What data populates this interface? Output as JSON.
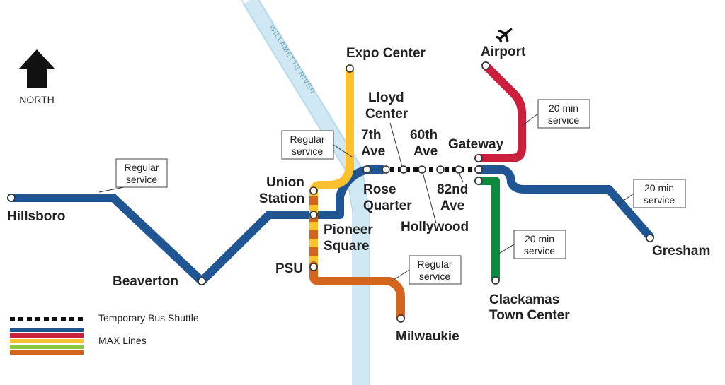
{
  "compass": {
    "label": "NORTH",
    "icon": "north-arrow-icon"
  },
  "river": {
    "name": "WILLAMETTE RIVER",
    "color": "#cfe8f3"
  },
  "colors": {
    "blue": "#1e5592",
    "yellow": "#fbc02d",
    "orange": "#d4651d",
    "red": "#cc1f3d",
    "green": "#0c8a3f",
    "shuttle": "#111111"
  },
  "stations": {
    "hillsboro": "Hillsboro",
    "beaverton": "Beaverton",
    "union_station_1": "Union",
    "union_station_2": "Station",
    "pioneer_1": "Pioneer",
    "pioneer_2": "Square",
    "psu": "PSU",
    "milwaukie": "Milwaukie",
    "expo": "Expo Center",
    "rose_1": "Rose",
    "rose_2": "Quarter",
    "seventh_1": "7th",
    "seventh_2": "Ave",
    "lloyd_1": "Lloyd",
    "lloyd_2": "Center",
    "sixtieth_1": "60th",
    "sixtieth_2": "Ave",
    "hollywood": "Hollywood",
    "eightysecond_1": "82nd",
    "eightysecond_2": "Ave",
    "gateway": "Gateway",
    "airport": "Airport",
    "clackamas_1": "Clackamas",
    "clackamas_2": "Town Center",
    "gresham": "Gresham"
  },
  "callouts": {
    "west": {
      "line1": "Regular",
      "line2": "service"
    },
    "yellow": {
      "line1": "Regular",
      "line2": "service"
    },
    "orange": {
      "line1": "Regular",
      "line2": "service"
    },
    "red": {
      "line1": "20 min",
      "line2": "service"
    },
    "green": {
      "line1": "20 min",
      "line2": "service"
    },
    "east": {
      "line1": "20 min",
      "line2": "service"
    }
  },
  "legend": {
    "shuttle": "Temporary Bus Shuttle",
    "max": "MAX Lines",
    "max_colors": [
      "#1e5592",
      "#cc1f3d",
      "#fbc02d",
      "#8dc63f",
      "#d4651d"
    ]
  },
  "airport_icon": "airplane-icon"
}
